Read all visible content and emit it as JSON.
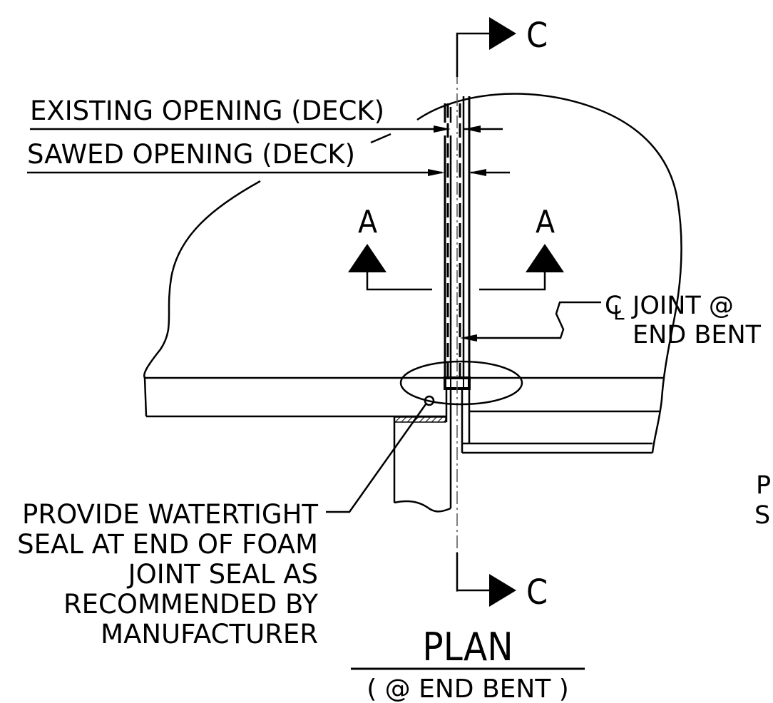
{
  "labels": {
    "existing_opening": "EXISTING OPENING (DECK)",
    "sawed_opening": "SAWED OPENING (DECK)",
    "section_a_left": "A",
    "section_a_right": "A",
    "section_c_top": "C",
    "section_c_bottom": "C",
    "centerline_symbol": "C",
    "centerline_symbol_l": "L",
    "joint_line1": "JOINT @",
    "joint_line2": "END BENT",
    "seal_note": [
      "PROVIDE WATERTIGHT",
      "SEAL AT END OF FOAM",
      "JOINT SEAL AS",
      "RECOMMENDED BY",
      "MANUFACTURER"
    ],
    "cut_off_right": [
      "P",
      "S"
    ],
    "title": "PLAN",
    "subtitle": "( @ END BENT )"
  }
}
